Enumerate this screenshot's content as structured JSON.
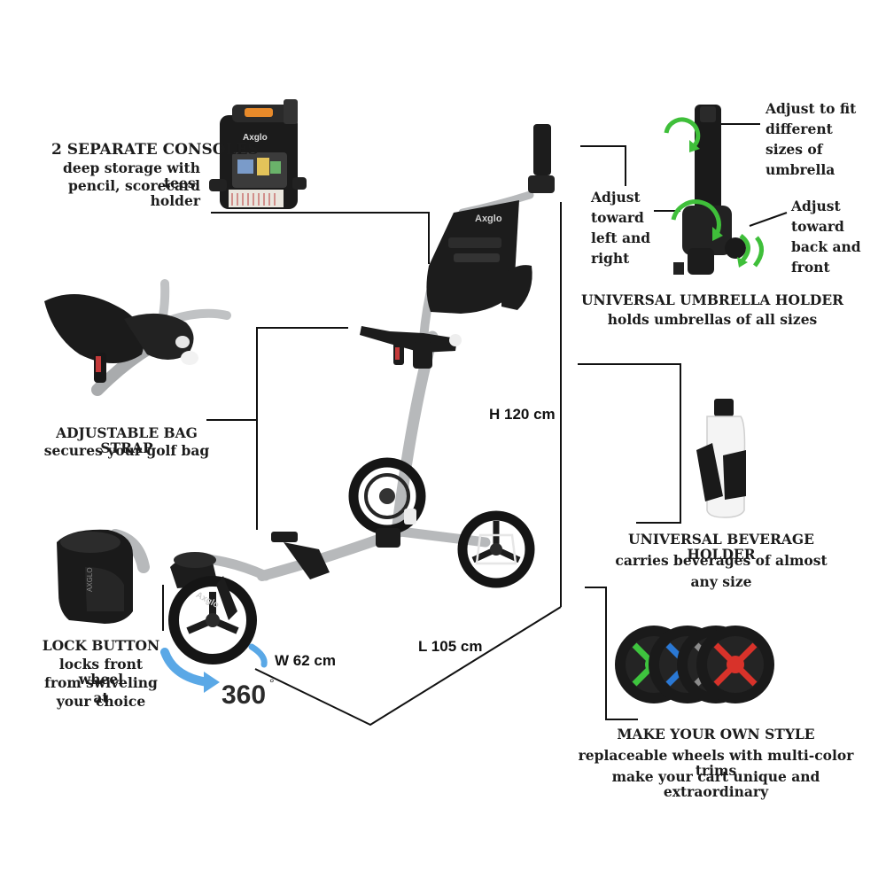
{
  "consoles": {
    "title": "2 SEPARATE CONSOLES",
    "line1": "deep storage with tees,",
    "line2": "pencil, scorecard holder"
  },
  "bag_strap": {
    "title": "ADJUSTABLE BAG STRAP",
    "line1": "secures your golf bag"
  },
  "lock_button": {
    "title": "LOCK BUTTON",
    "line1": "locks front wheel",
    "line2": "from swiveling at",
    "line3": "your choice"
  },
  "umbrella": {
    "fit_1": "Adjust to fit",
    "fit_2": "different",
    "fit_3": "sizes of",
    "fit_4": "umbrella",
    "lr_1": "Adjust",
    "lr_2": "toward",
    "lr_3": "left and",
    "lr_4": "right",
    "bf_1": "Adjust",
    "bf_2": "toward",
    "bf_3": "back and",
    "bf_4": "front",
    "title": "UNIVERSAL UMBRELLA HOLDER",
    "line1": "holds umbrellas of all sizes"
  },
  "beverage": {
    "title": "UNIVERSAL BEVERAGE HOLDER",
    "line1": "carries beverages of almost",
    "line2": "any size"
  },
  "style": {
    "title": "MAKE YOUR OWN STYLE",
    "line1": "replaceable wheels with multi-color trims",
    "line2": "make your cart unique and extraordinary"
  },
  "dimensions": {
    "height": "H 120 cm",
    "width": "W 62 cm",
    "length": "L 105 cm",
    "rotation": "360",
    "degree": "°"
  },
  "brand": {
    "logo": "Axglo"
  },
  "colors": {
    "text": "#1c1c1c",
    "frame": "#b7b9bb",
    "rubber": "#151515",
    "arrow_green": "#3fbf3a",
    "arrow_blue": "#5aa8e6",
    "trim_green": "#3ec43e",
    "trim_blue": "#2a78d4",
    "trim_gray": "#8c8c8c",
    "trim_red": "#d8322a"
  }
}
